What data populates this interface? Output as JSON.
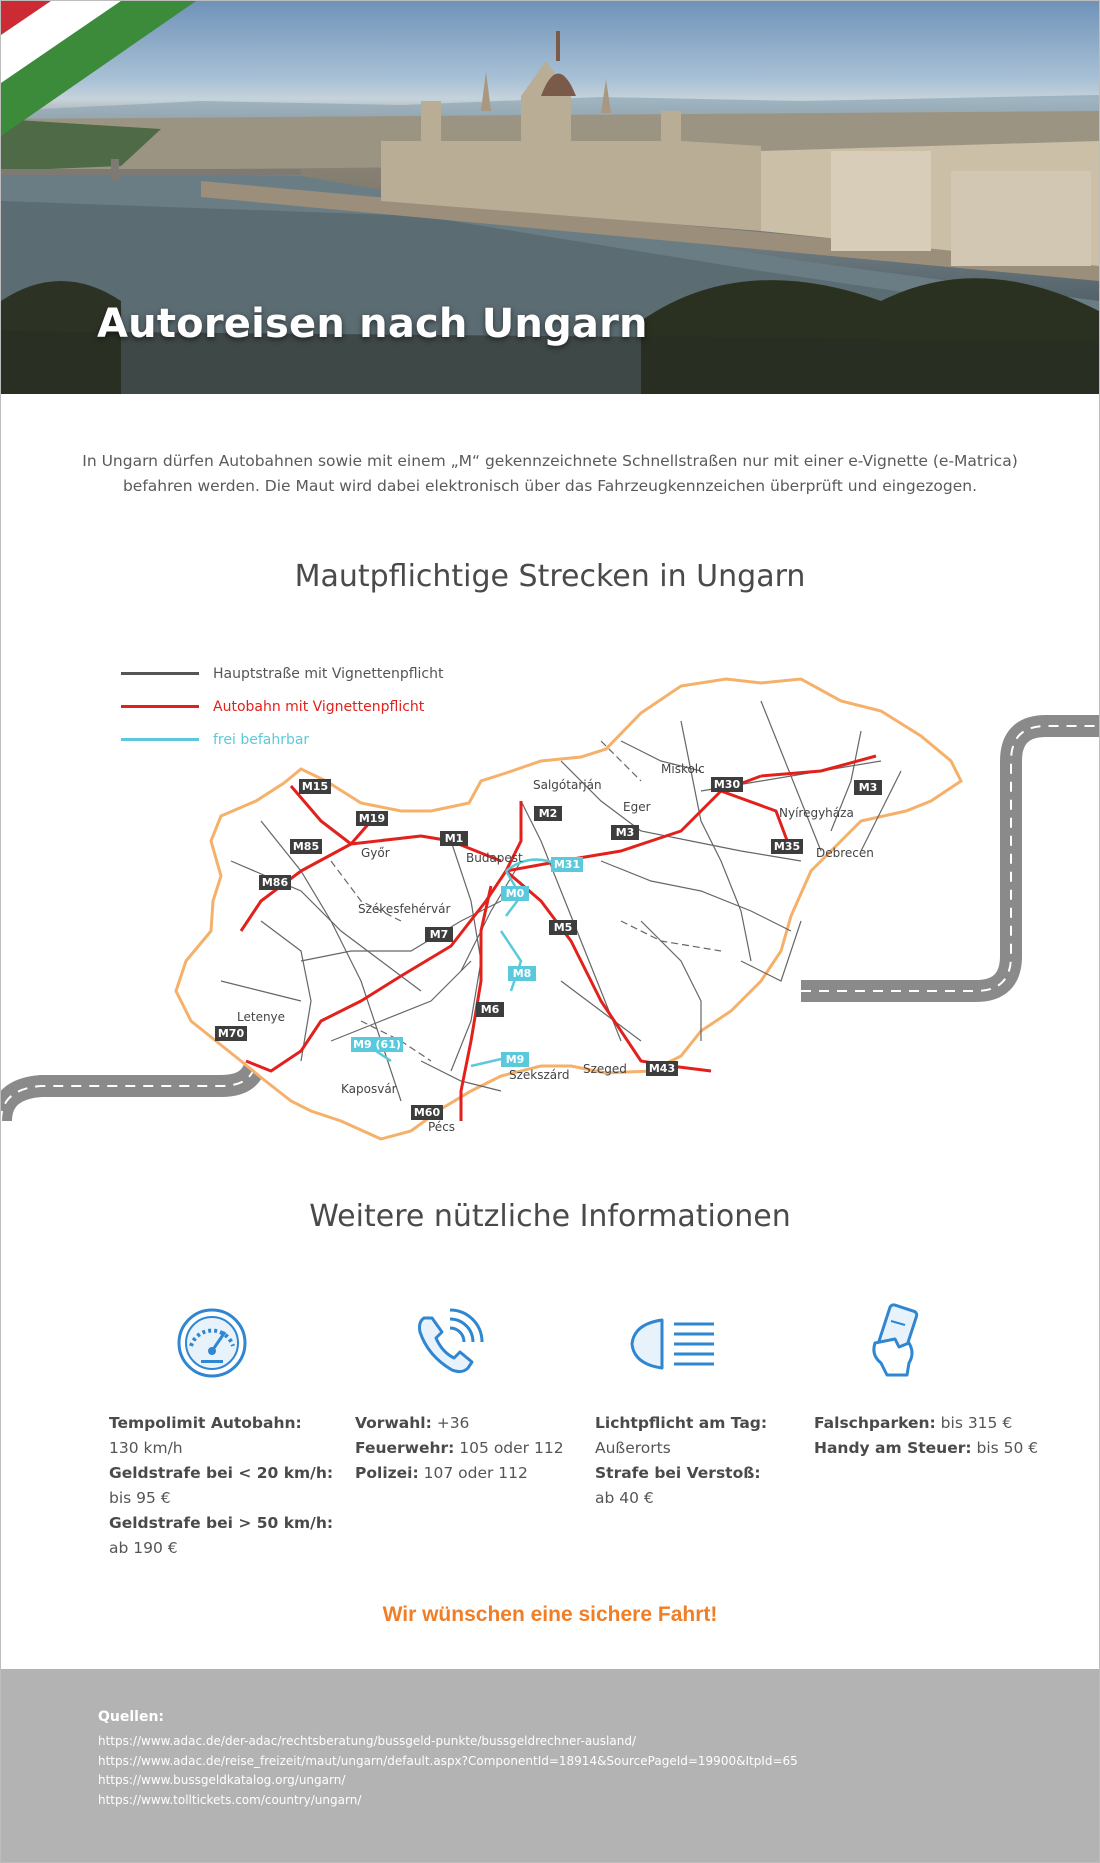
{
  "header": {
    "title": "Autoreisen nach Ungarn"
  },
  "intro": {
    "text": "In Ungarn dürfen Autobahnen sowie mit einem „M“ gekennzeichnete Schnellstraßen nur mit einer e-Vignette (e-Matrica) befahren werden. Die Maut wird dabei elektronisch über das Fahrzeugkennzeichen überprüft und eingezogen."
  },
  "map_section": {
    "title": "Mautpflichtige Strecken in Ungarn",
    "legend": [
      {
        "label": "Hauptstraße mit Vignettenpflicht",
        "color": "#555555"
      },
      {
        "label": "Autobahn mit Vignettenpflicht",
        "color": "#e2211c"
      },
      {
        "label": "frei befahrbar",
        "color": "#5bc9dc"
      }
    ],
    "cities": [
      "Salgótarján",
      "Miskolc",
      "Eger",
      "Nyíregyháza",
      "Debrecen",
      "Győr",
      "Budapest",
      "Székesfehérvár",
      "Letenye",
      "Kaposvár",
      "Szekszárd",
      "Szeged",
      "Pécs"
    ],
    "roads": [
      "M15",
      "M19",
      "M85",
      "M1",
      "M86",
      "M2",
      "M30",
      "M3",
      "M3",
      "M35",
      "M31",
      "M0",
      "M7",
      "M5",
      "M8",
      "M6",
      "M70",
      "M9 (61)",
      "M9",
      "M43",
      "M60"
    ]
  },
  "info_section": {
    "title": "Weitere nützliche Informationen",
    "icons": [
      "speedometer-icon",
      "phone-icon",
      "headlight-icon",
      "hand-phone-icon"
    ],
    "columns": [
      {
        "lines": [
          {
            "label": "Tempolimit Autobahn:",
            "value": ""
          },
          {
            "label": "",
            "value": "130 km/h"
          },
          {
            "label": "Geldstrafe bei < 20 km/h:",
            "value": ""
          },
          {
            "label": "",
            "value": "bis 95 €"
          },
          {
            "label": "Geldstrafe bei > 50 km/h:",
            "value": ""
          },
          {
            "label": "",
            "value": "ab 190 €"
          }
        ]
      },
      {
        "lines": [
          {
            "label": "Vorwahl:",
            "value": " +36"
          },
          {
            "label": "Feuerwehr:",
            "value": " 105 oder 112"
          },
          {
            "label": "Polizei:",
            "value": " 107 oder 112"
          }
        ]
      },
      {
        "lines": [
          {
            "label": "Lichtpflicht am Tag:",
            "value": ""
          },
          {
            "label": "",
            "value": "Außerorts"
          },
          {
            "label": "Strafe bei Verstoß:",
            "value": ""
          },
          {
            "label": "",
            "value": "ab 40 €"
          }
        ]
      },
      {
        "lines": [
          {
            "label": "Falschparken:",
            "value": " bis 315 €"
          },
          {
            "label": "Handy am Steuer:",
            "value": " bis 50 €"
          }
        ]
      }
    ],
    "wish": "Wir wünschen eine sichere Fahrt!"
  },
  "footer": {
    "sources_title": "Quellen:",
    "sources": [
      "https://www.adac.de/der-adac/rechtsberatung/bussgeld-punkte/bussgeldrechner-ausland/",
      "https://www.adac.de/reise_freizeit/maut/ungarn/default.aspx?ComponentId=18914&SourcePageId=19900&ItpId=65",
      "https://www.bussgeldkatalog.org/ungarn/",
      "https://www.tolltickets.com/country/ungarn/"
    ]
  },
  "colors": {
    "accent_orange": "#f07e26",
    "icon_blue": "#2f86d1",
    "motorway_red": "#e2211c",
    "free_cyan": "#5bc9dc",
    "border_orange": "#f5b06a",
    "footer_gray": "#b3b3b3"
  }
}
